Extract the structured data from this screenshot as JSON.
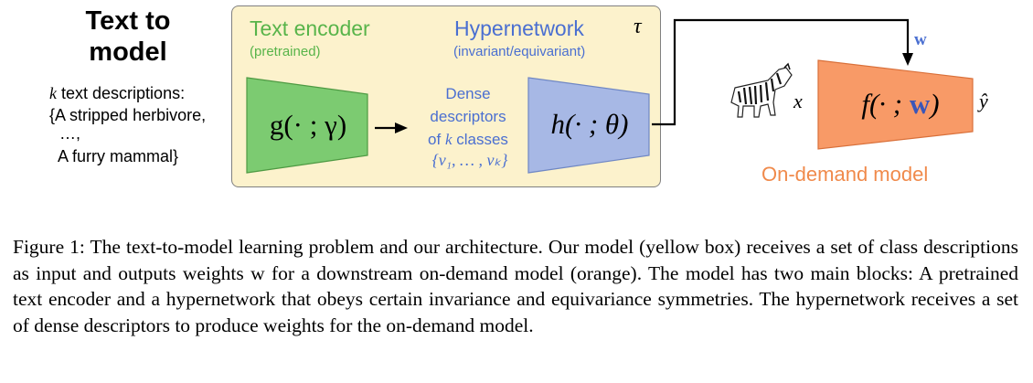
{
  "left": {
    "title_line1": "Text to",
    "title_line2": "model",
    "desc_line1": "text descriptions:",
    "desc_k": "k",
    "desc_line2": "{A stripped herbivore,",
    "desc_line3": "…,",
    "desc_line4": "A furry mammal}"
  },
  "encoder": {
    "heading": "Text encoder",
    "subheading": "(pretrained)",
    "func_label": "g(· ; γ)"
  },
  "hypernetwork": {
    "heading": "Hypernetwork",
    "subheading": "(invariant/equivariant)",
    "tau": "τ",
    "func_label": "h(· ; θ)"
  },
  "descriptors": {
    "line1": "Dense",
    "line2": "descriptors",
    "line3_prefix": "of",
    "line3_k": "k",
    "line3_suffix": "classes",
    "set_label": "{v₁, … , vₖ}"
  },
  "ondemand": {
    "w_label": "w",
    "x_label": "x",
    "func_prefix": "f(· ; ",
    "func_w": "w",
    "func_suffix": ")",
    "yhat_label": "ŷ",
    "model_label": "On-demand model"
  },
  "caption": {
    "text": "Figure 1: The text-to-model learning problem and our architecture. Our model (yellow box) receives a set of class descriptions as input and outputs weights w for a downstream on-demand model (orange). The model has two main blocks: A pretrained text encoder and a hypernetwork that obeys certain invariance and equivariance symmetries. The hypernetwork receives a set of dense descriptors to produce weights for the on-demand model."
  },
  "colors": {
    "yellow_box": "#fcf2cc",
    "green": "#58b44a",
    "green_fill": "#7ccb71",
    "blue": "#4a6fd1",
    "blue_fill": "#a7b8e5",
    "orange": "#f08a4b",
    "orange_fill": "#f89a67"
  }
}
